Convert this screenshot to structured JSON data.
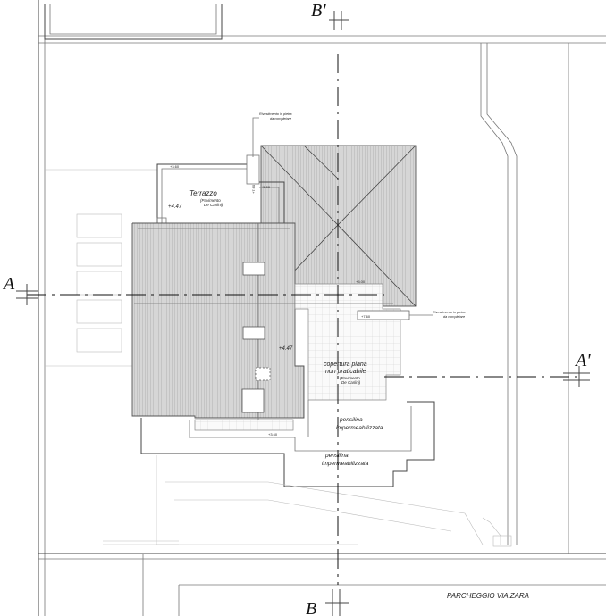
{
  "section_markers": {
    "a_left": "A",
    "a_right": "A'",
    "b_top": "B'",
    "b_bottom": "B"
  },
  "labels": {
    "terrazzo": "Terrazzo",
    "terrazzo_sub1": "(Pavimento",
    "terrazzo_sub2": "De Carlini)",
    "copertura1": "copertura piana",
    "copertura2": "non praticabile",
    "copertura_sub1": "(Pavimento",
    "copertura_sub2": "De Carlini)",
    "pensilina1a": "pensilina",
    "pensilina1b": "impermeabilizzata",
    "pensilina2a": "pensilina",
    "pensilina2b": "impermeabilizzata",
    "street": "PARCHEGGIO VIA ZARA",
    "note1a": "Rivestimento in pietra",
    "note1b": "da completare",
    "note2a": "Rivestimento in pietra",
    "note2b": "da completare"
  },
  "levels": {
    "l360_top": "+3.60",
    "l500_top": "+5.00",
    "l760_vert": "+7.60",
    "l447_terrace": "+4.47",
    "l500_mid": "+5.00",
    "l760_mid": "+7.60",
    "l447_mid": "+4.47",
    "l360_bottom": "+3.60"
  }
}
